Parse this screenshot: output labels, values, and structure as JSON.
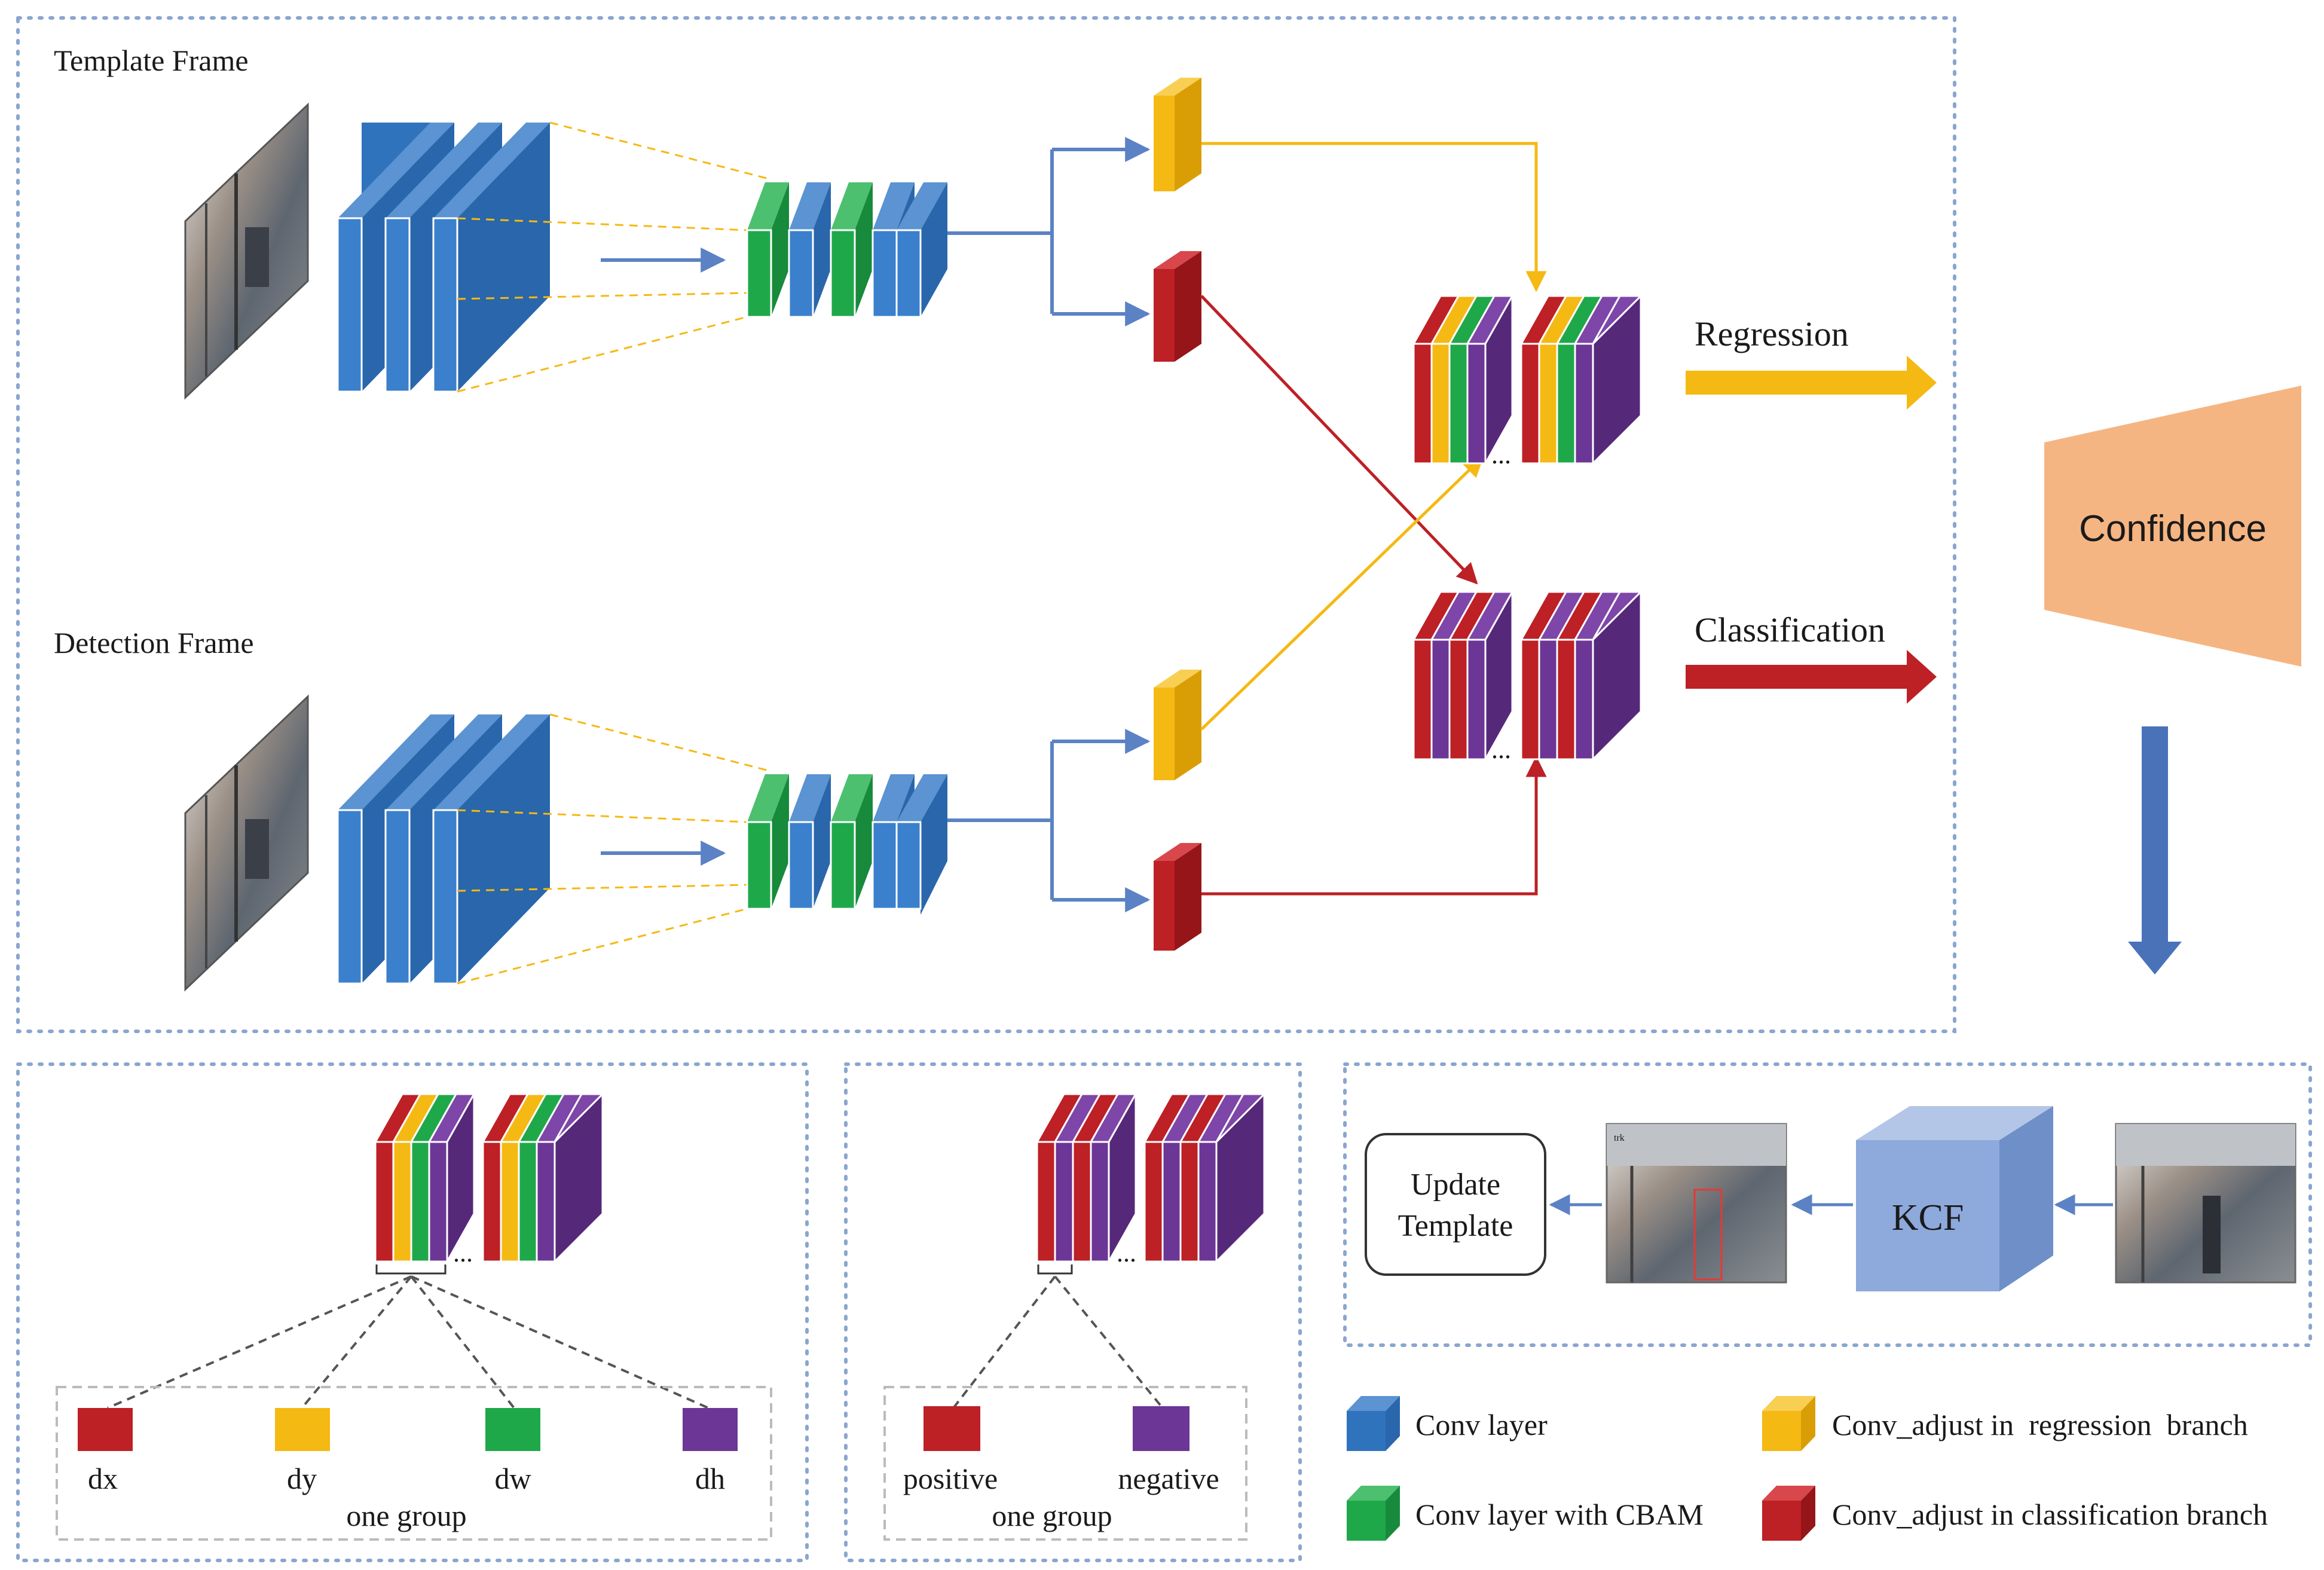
{
  "frames": {
    "template_label": "Template Frame",
    "detection_label": "Detection Frame"
  },
  "outputs": {
    "regression_label": "Regression",
    "classification_label": "Classification",
    "confidence_label": "Confidence"
  },
  "ellipsis": "...",
  "regression_group": {
    "items": [
      "dx",
      "dy",
      "dw",
      "dh"
    ],
    "group_label": "one group"
  },
  "classification_group": {
    "items": [
      "positive",
      "negative"
    ],
    "group_label": "one group"
  },
  "update": {
    "update_template_line1": "Update",
    "update_template_line2": "Template",
    "kcf_label": "KCF"
  },
  "legend": [
    {
      "label": "Conv layer",
      "color": "#2f73bd"
    },
    {
      "label": "Conv_adjust in  regression  branch",
      "color": "#f5b914"
    },
    {
      "label": "Conv layer with CBAM",
      "color": "#1fa84a"
    },
    {
      "label": "Conv_adjust in classification branch",
      "color": "#bd2025"
    }
  ],
  "colors": {
    "blue": "#2f73bd",
    "green": "#1fa84a",
    "yellow": "#f5b914",
    "red": "#bd2025",
    "purple": "#6c3696",
    "confidence": "#f5b582",
    "kcf": "#8ea9db",
    "border": "#8aa6cf"
  }
}
